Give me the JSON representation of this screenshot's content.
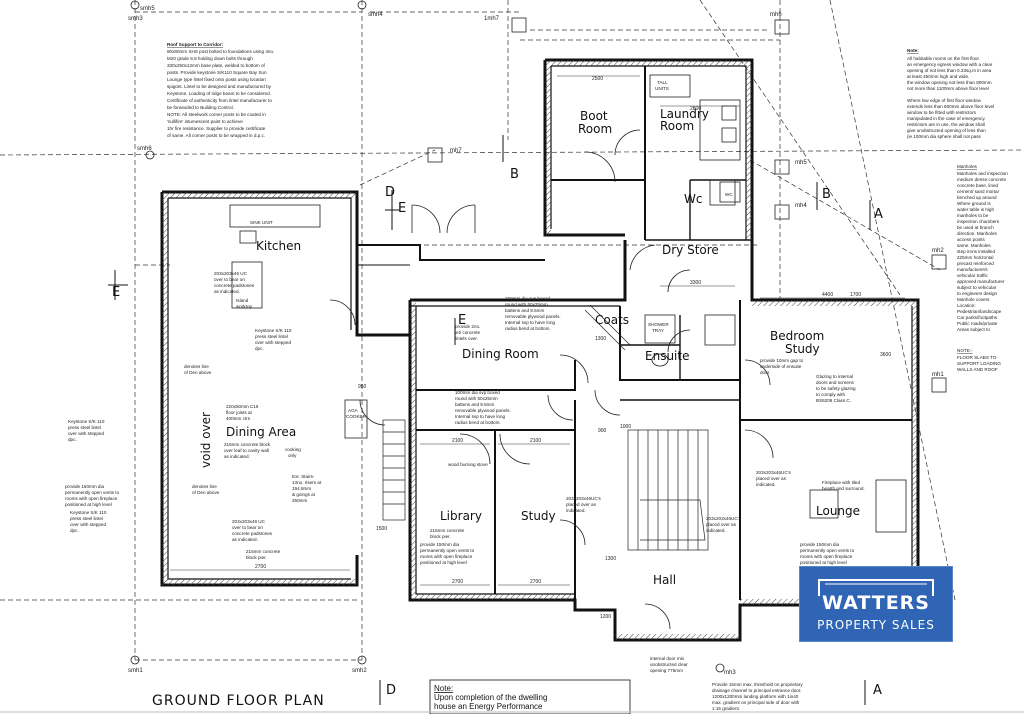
{
  "title": "GROUND FLOOR PLAN",
  "logo": {
    "brand": "WATTERS",
    "sub": "PROPERTY SALES"
  },
  "rooms": {
    "boot_room_1": "Boot",
    "boot_room_2": "Room",
    "laundry_1": "Laundry",
    "laundry_2": "Room",
    "wc": "Wc",
    "dry_store": "Dry Store",
    "kitchen": "Kitchen",
    "coats": "Coats",
    "ensuite": "Ensuite",
    "bedroom_1": "Bedroom",
    "bedroom_2": "Study",
    "dining_room": "Dining Room",
    "dining_area": "Dining Area",
    "void": "void over",
    "library": "Library",
    "study": "Study",
    "hall": "Hall",
    "lounge": "Lounge"
  },
  "sections": {
    "b_top": "B",
    "b_right": "B",
    "a_right": "A",
    "a_bottom": "A",
    "d_top": "D",
    "d_bottom": "D",
    "e_left": "E",
    "e_mid": "E",
    "e_top": "E"
  },
  "grid_labels": {
    "smh1": "smh1",
    "smh2": "smh2",
    "smh3": "smh3",
    "smh4": "smh4",
    "smh5": "smh5",
    "smh6": "smh6",
    "mh1": "mh1",
    "mh2": "mh2",
    "mh3": "mh3",
    "mh4": "mh4",
    "mh5": "mh5",
    "mh6": "mh6",
    "mh7": "mh7",
    "lmh7": "1mh7"
  },
  "dims": {
    "d2500": "2500",
    "d2800": "2800",
    "d4400": "4400",
    "d2100a": "2100",
    "d2100b": "2100",
    "d2700a": "2700",
    "d2700b": "2700",
    "d2700c": "2700",
    "d1500": "1500",
    "d1300a": "1300",
    "d1300b": "1300",
    "d3300": "3300",
    "d950": "950",
    "d1700": "1700",
    "d3600": "3600",
    "d1200": "1200",
    "d900": "900",
    "d1000": "1000"
  },
  "notes": {
    "roof_support_title": "Roof Support to Corridor:",
    "roof_support_1": "80x80mm SHS post bolted to foundations using 4no.",
    "roof_support_2": "M20 grade 8.8 holding down bolts through",
    "roof_support_3": "330x250x12mm base plate, welded to bottom of",
    "roof_support_4": "posts. Provide keystone S/K110 Square Bay Sun",
    "roof_support_5": "Lounge type lintel fixed onto posts using location",
    "roof_support_6": "spigots. Lintel to be designed and manufactured by",
    "roof_support_7": "Keystone. Loading of ridge beam to be considered.",
    "roof_support_8": "Certificate of authenticity from lintel manufacturer to",
    "roof_support_9": "be forwarded to Building Control.",
    "roof_support_10": "NOTE: All steelwork corner posts to be coated in",
    "roof_support_11": "'nullifire' intumescent paint to achieve",
    "roof_support_12": "1hr fire resistance. Supplier to provide certificate",
    "roof_support_13": "of same. All corner posts to be wrapped in d.p.c.",
    "right_note_title": "Note:",
    "right_note_1": "All habitable rooms on the first floor",
    "right_note_2": "an emergency egress window with a clear",
    "right_note_3": "opening of not less than 0.33sq.m in area",
    "right_note_4": "at least 450mm high and wide.",
    "right_note_5": "the window opening not less than 800mm",
    "right_note_6": "not more than 1100mm above floor level",
    "right_note_7": "Where low edge of first floor window",
    "right_note_8": "extends less than 800mm above floor level",
    "right_note_9": "window to be fitted with restrictors",
    "right_note_10": "manipulated in the case of emergency.",
    "right_note_11": "restrictors are in use, the window shall",
    "right_note_12": "give unobstructed opening of less than",
    "right_note_13": "(ie 100mm dia sphere shall not pass",
    "manholes_title": "Manholes",
    "manholes_1": "Manholes and inspection",
    "manholes_2": "medium dense concrete",
    "manholes_3": "concrete base, lined",
    "manholes_4": "cement/ sand mortar",
    "manholes_5": "benched up around",
    "manholes_6": "Where ground is",
    "manholes_7": "water table is high",
    "manholes_8": "manholes to be",
    "manholes_9": "inspection chambers",
    "manholes_10": "be used at branch",
    "manholes_11": "direction. Manholes",
    "manholes_12": "access points",
    "manholes_13": "same. Manholes",
    "manholes_14": "step irons installed",
    "manholes_15": "225mm horizontal",
    "manholes_16": "precast reinforced",
    "manholes_17": "manufacturer/s",
    "manholes_18": "vehicular traffic",
    "manholes_19": "approved manufacturer",
    "manholes_20": "subject to vehicular",
    "manholes_21": "to engineers design",
    "manholes_22": "Manhole covers",
    "manholes_23": "Location:",
    "manholes_24": "Pedestrian/landscape",
    "manholes_25": "Car parks/footpaths",
    "manholes_26": "Public roads/private",
    "manholes_27": "Areas subject to",
    "floor_note_title": "NOTE:-",
    "floor_note_1": "FLOOR SLABS TO",
    "floor_note_2": "SUPPORT LOADING",
    "floor_note_3": "WALLS AND ROOF",
    "bottom_note_title": "Note:",
    "bottom_note_1": "Upon completion of the dwelling",
    "bottom_note_2": "house an Energy Performance",
    "kitchen_uc": "203x203x46 UC",
    "kitchen_uc_2": "over to bear on",
    "kitchen_uc_3": "concrete padstones",
    "kitchen_uc_4": "as indicated.",
    "island": "Island",
    "island_2": "worktop",
    "sink_unit": "SINK UNIT",
    "keystone_a": "Keystone S/K 110",
    "keystone_a2": "press steel lintel",
    "keystone_a3": "over with stepped",
    "keystone_a4": "dpc.",
    "keystone_b": "Keystone S/K 110",
    "keystone_b2": "press steel lintel",
    "keystone_b3": "over with stepped",
    "keystone_b4": "dpc.",
    "keystone_c": "Keystone S/K 110",
    "keystone_c2": "press steel lintel",
    "keystone_c3": "over with stepped",
    "keystone_c4": "dpc.",
    "c16": "220x50mm C16",
    "c16_2": "floor joists at",
    "c16_3": "400mm ctrs",
    "block_a": "215mm concrete block",
    "block_a2": "over leaf to cavity wall",
    "block_a3": "as indicated.",
    "uc_b": "203x203x46 UC",
    "uc_b2": "over to bear on",
    "uc_b3": "concrete padstones",
    "uc_b4": "as indicated.",
    "block_b": "215mm concrete",
    "block_b2": "block pier.",
    "den_a": "denotes line",
    "den_a2": "of Den above",
    "den_b": "denotes line",
    "den_b2": "of Den above",
    "cooking": "cooking",
    "cooking_2": "only",
    "aga": "AGA",
    "aga_2": "COOKER",
    "bow_a": "100mm dia svp boxed",
    "bow_a2": "round with 50x25mm",
    "bow_a3": "battens and 9.5mm",
    "bow_a4": "removable plywood panels.",
    "bow_a5": "Internal svp to have long",
    "bow_a6": "radius bend at bottom.",
    "bow_b": "100mm dia svp boxed",
    "bow_b2": "round with 50x25mm",
    "bow_b3": "battens and 9.5mm",
    "bow_b4": "removable plywood panels.",
    "bow_b5": "Internal svp to have long",
    "bow_b6": "radius bend at bottom.",
    "lintel_a": "provide 2no.",
    "lintel_a2": "jet/ concrete",
    "lintel_a3": "lintels over.",
    "wood_stove": "wood burning stove",
    "block_c": "215mm concrete",
    "block_c2": "block pier.",
    "vent_a": "provide 150mm dia",
    "vent_a2": "permanently open vents to",
    "vent_a3": "rooms with open fireplace",
    "vent_a4": "positioned at high level",
    "vent_b": "provide 150mm dia",
    "vent_b2": "permanently open vents to",
    "vent_b3": "rooms with open fireplace",
    "vent_b4": "positioned at high level",
    "vent_c": "provide 150mm dia",
    "vent_c2": "permanently open vents to",
    "vent_c3": "rooms with open fireplace",
    "vent_c4": "positioned at high level",
    "shower": "SHOWER",
    "shower_2": "TRAY",
    "tall_unit": "TALL",
    "tall_unit_2": "UNITS",
    "stairs_a": "Ext. Stairs-",
    "stairs_a2": "13no. risers at",
    "stairs_a3": "194.8mm",
    "stairs_a4": "& goings at",
    "stairs_a5": "250mm",
    "ensuite_note": "provide 10mm gap to",
    "ensuite_note2": "underside of ensuite",
    "ensuite_note3": "door.",
    "bedroom_note": "Glazing to internal",
    "bedroom_note2": "doors and screens",
    "bedroom_note3": "to be safety glazing",
    "bedroom_note4": "to comply with",
    "bedroom_note5": "BS6206 Class C.",
    "fireplace": "Fireplace with tiled",
    "fireplace_2": "hearth and surround.",
    "ubs_a": "203x203x46UC's",
    "ubs_a2": "placed over as",
    "ubs_a3": "indicated.",
    "ubs_b": "203x203x46UC's",
    "ubs_b2": "placed over as",
    "ubs_b3": "indicated.",
    "ubs_c": "203x203x46UC's",
    "ubs_c2": "placed over as",
    "ubs_c3": "indicated.",
    "wc_label": "WC",
    "hall_door": "internal door min",
    "hall_door2": "unobstructed clear",
    "hall_door3": "opening 775mm",
    "drainage": "Provide 15mm max. threshold on proprietary",
    "drainage_2": "drainage channel to principal entrance door.",
    "drainage_3": "1200x1200mm landing platform with 1in40",
    "drainage_4": "max. gradient on principal side of door with",
    "drainage_5": "1:15 gradient."
  },
  "colors": {
    "ink": "#1a1a1a",
    "logo_bg": "#2f65b4",
    "paper": "#ffffff"
  }
}
